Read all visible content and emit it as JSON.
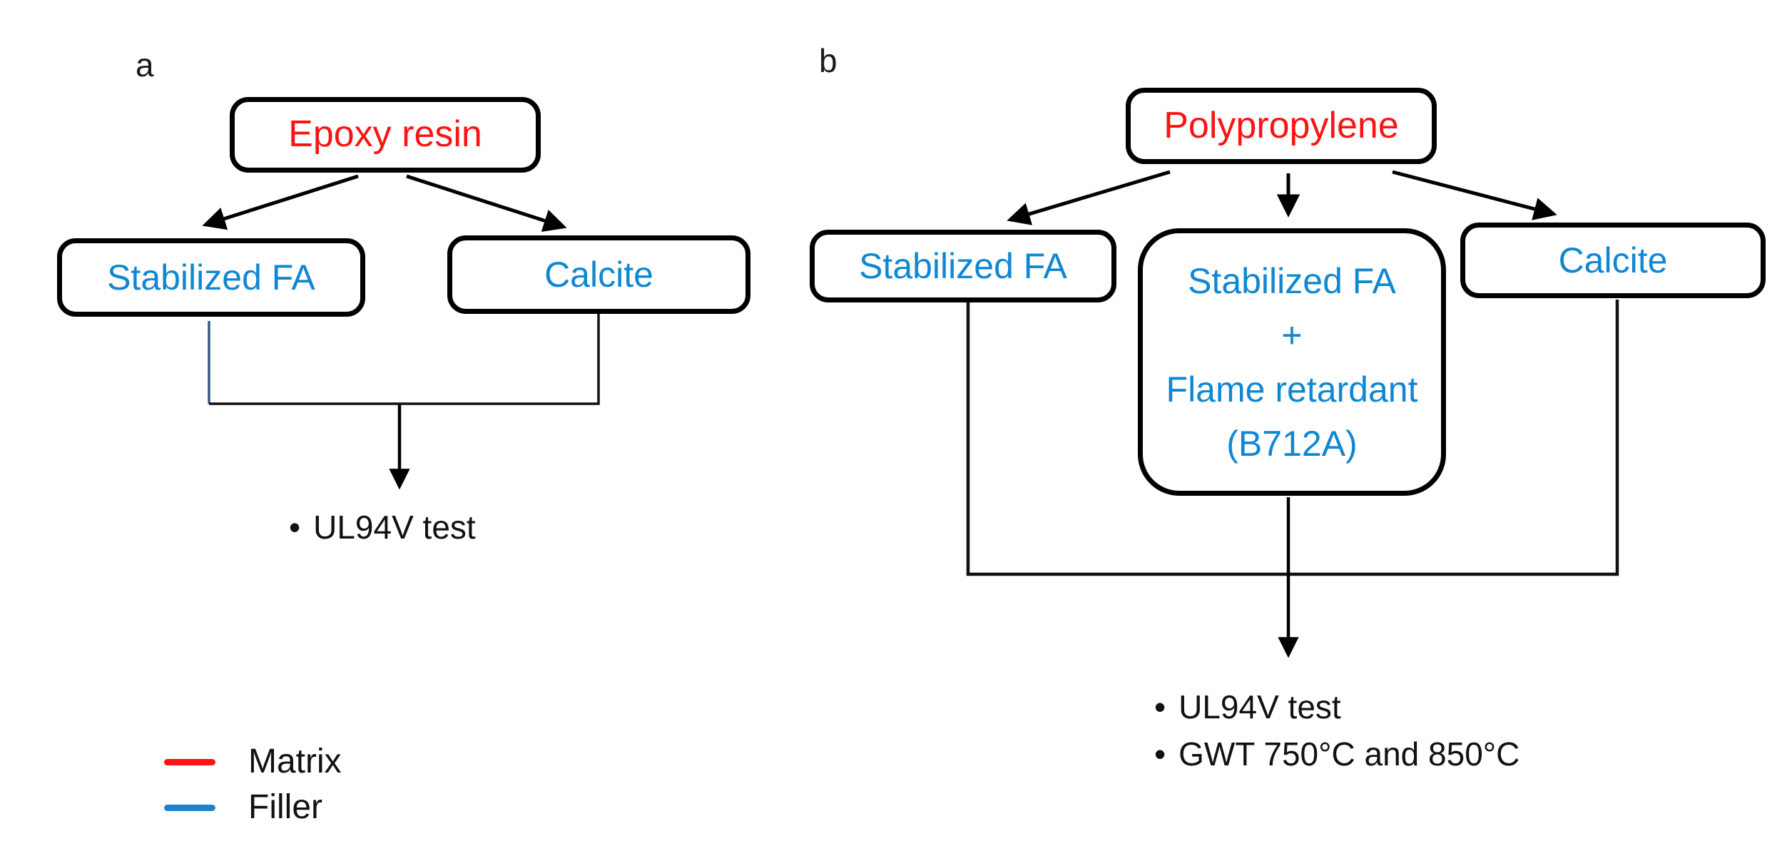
{
  "figure": {
    "type": "flowchart",
    "description": "Experimental design flowchart with two panels"
  },
  "colors": {
    "matrix_red": "#fa1414",
    "filler_blue": "#0f87d2",
    "legend_filler_blue": "#1e82cb",
    "line_black": "#000000",
    "panel_a_left_connector_blue": "#33597f"
  },
  "panel_a": {
    "label": "a",
    "matrix_box": {
      "text": "Epoxy resin"
    },
    "filler_boxes": [
      {
        "text": "Stabilized FA"
      },
      {
        "text": "Calcite"
      }
    ],
    "test_list": [
      {
        "bullet": "•",
        "text": "UL94V test"
      }
    ]
  },
  "panel_b": {
    "label": "b",
    "matrix_box": {
      "text": "Polypropylene"
    },
    "filler_boxes": [
      {
        "text": "Stabilized FA"
      },
      {
        "lines": [
          "Stabilized FA",
          "+",
          "Flame retardant",
          "(B712A)"
        ]
      },
      {
        "text": "Calcite"
      }
    ],
    "test_list": [
      {
        "bullet": "•",
        "text": "UL94V test"
      },
      {
        "bullet": "•",
        "text": "GWT 750°C and 850°C"
      }
    ]
  },
  "legend": {
    "items": [
      {
        "label": "Matrix",
        "swatch_color": "#fa1414"
      },
      {
        "label": "Filler",
        "swatch_color": "#1e82cb"
      }
    ]
  }
}
